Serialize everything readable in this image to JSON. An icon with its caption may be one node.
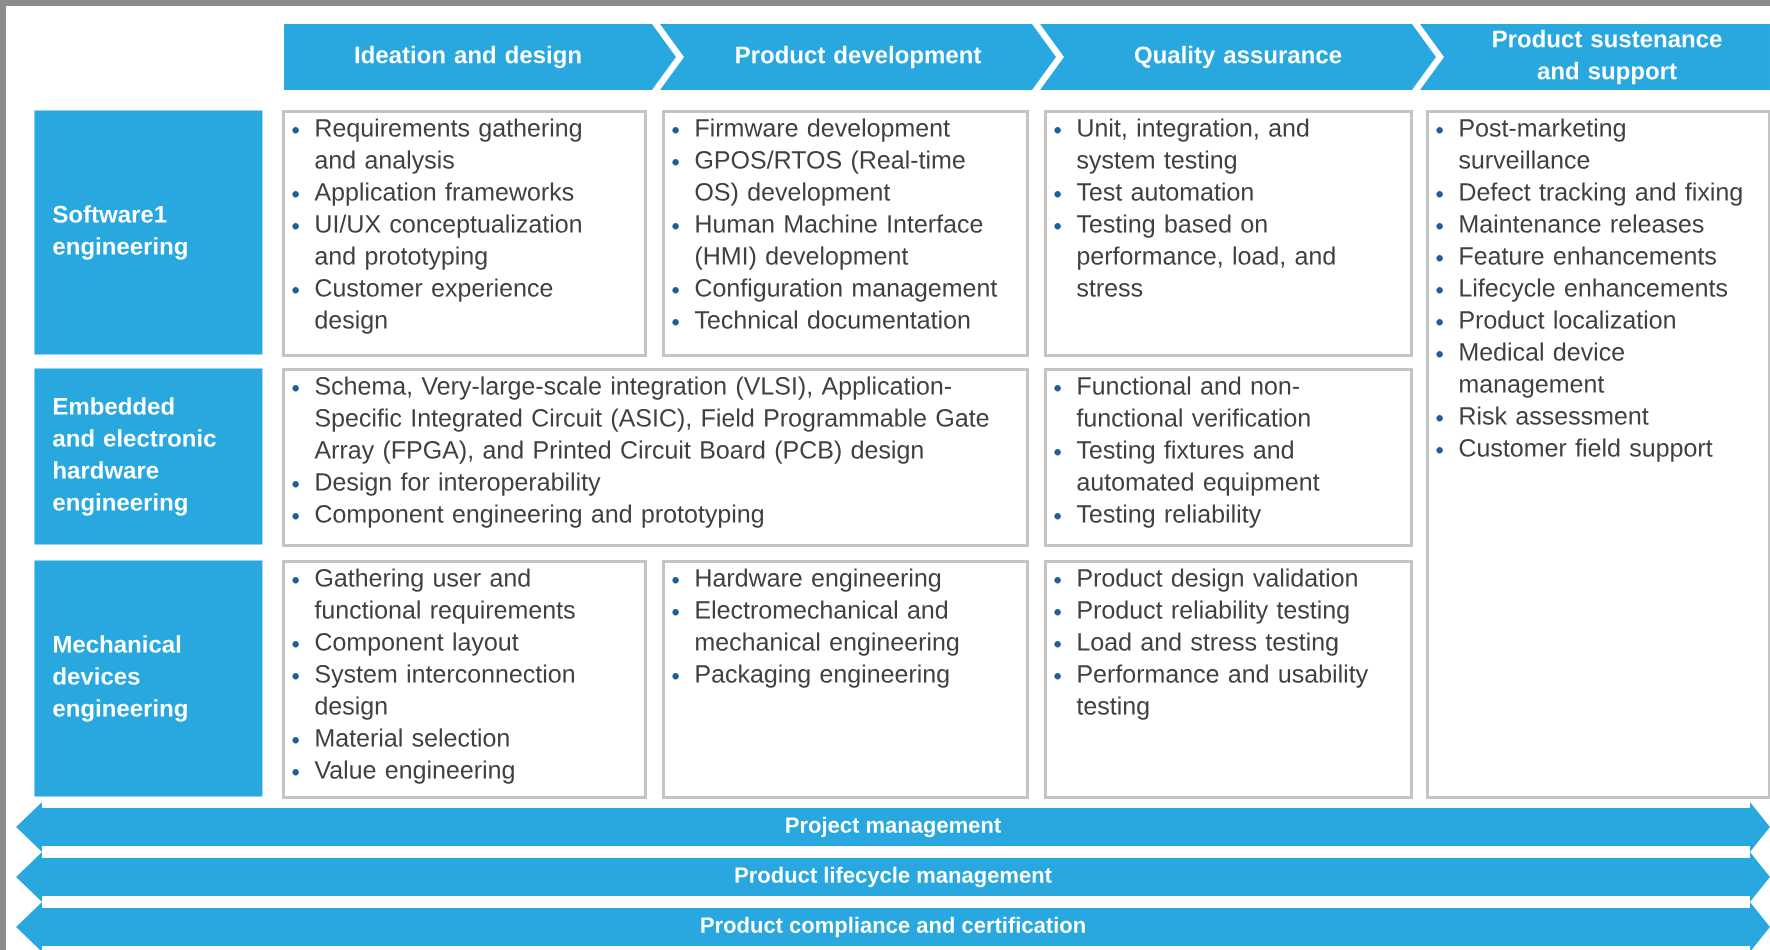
{
  "diagram": {
    "nodes": [
      {
        "text": [
          "Ideation and design"
        ]
      },
      {
        "text": [
          "Product development"
        ]
      },
      {
        "text": [
          "Quality assurance"
        ]
      },
      {
        "text": [
          "Product sustenance and support"
        ]
      },
      {
        "text": [
          "Software1 engineering"
        ]
      },
      {
        "text": [
          "Requirements gathering and analysis",
          "Application frameworks",
          "UI/UX conceptualization and prototyping",
          "Customer experience design"
        ]
      },
      {
        "text": [
          "Firmware development",
          "GPOS/RTOS (Real-time OS) development",
          "Human Machine Interface (HMI) development",
          "Configuration management",
          "Technical documentation"
        ]
      },
      {
        "text": [
          "Unit, integration, and system testing",
          "Test automation",
          "Testing based on performance, load, and stress"
        ]
      },
      {
        "text": [
          "Post-marketing surveillance",
          "Defect tracking and fixing",
          "Maintenance releases",
          "Feature enhancements",
          "Lifecycle enhancements",
          "Product localization",
          "Medical device management",
          "Risk assessment",
          "Customer field support"
        ]
      },
      {
        "text": [
          "Embedded and electronic hardware engineering"
        ]
      },
      {
        "text": [
          "Schema, Very-large-scale integration (VLSI), Application-Specific Integrated Circuit (ASIC), Field Programmable Gate Array (FPGA), and Printed Circuit Board (PCB) design",
          "Design for interoperability",
          "Component engineering and prototyping"
        ]
      },
      {
        "text": [
          "Functional and non-functional verification",
          "Testing fixtures and automated equipment",
          "Testing reliability"
        ]
      },
      {
        "text": [
          "Mechanical devices engineering"
        ]
      },
      {
        "text": [
          "Gathering user and functional requirements",
          "Component layout",
          "System interconnection design",
          "Material selection",
          "Value engineering"
        ]
      },
      {
        "text": [
          "Hardware engineering",
          "Electromechanical and mechanical engineering",
          "Packaging engineering"
        ]
      },
      {
        "text": [
          "Product design validation",
          "Product reliability testing",
          "Load and stress testing",
          "Performance and usability testing"
        ]
      },
      {
        "text": [
          "Project management"
        ]
      },
      {
        "text": [
          "Product lifecycle management"
        ]
      },
      {
        "text": [
          "Product compliance and certification"
        ]
      }
    ]
  }
}
